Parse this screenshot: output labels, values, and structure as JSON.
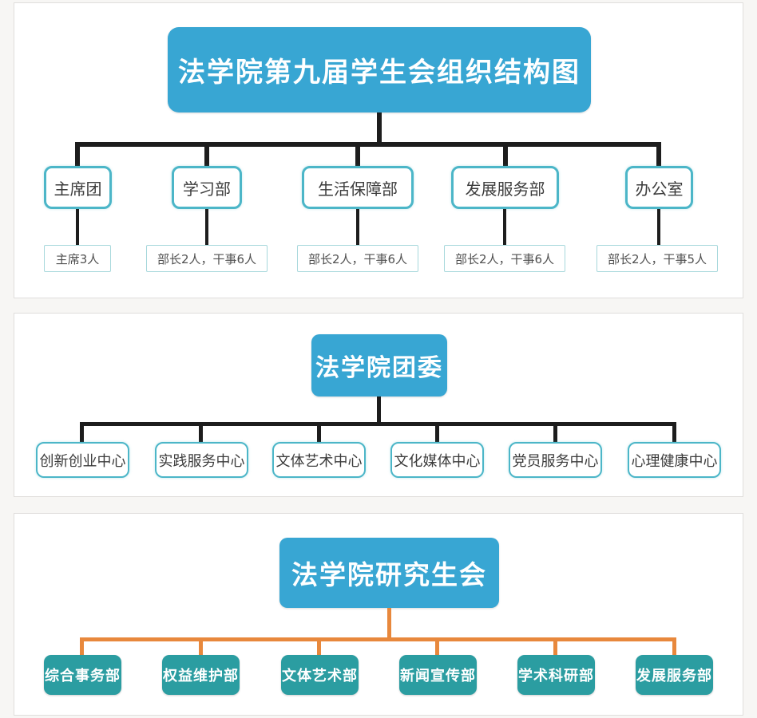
{
  "colors": {
    "title_blue": "#38a6d3",
    "node_border_teal": "#4cb6c8",
    "detail_border": "#a7d8dc",
    "leaf_teal": "#2b9da1",
    "connector_black": "#1d1d1d",
    "connector_orange": "#e8883c",
    "panel_border": "#e0dedc",
    "page_bg": "#f7f6f4"
  },
  "charts": [
    {
      "title": "法学院第九届学生会组织结构图",
      "connector_color": "#1d1d1d",
      "nodes": [
        {
          "label": "主席团",
          "detail": "主席3人"
        },
        {
          "label": "学习部",
          "detail": "部长2人，干事6人"
        },
        {
          "label": "生活保障部",
          "detail": "部长2人，干事6人"
        },
        {
          "label": "发展服务部",
          "detail": "部长2人，干事6人"
        },
        {
          "label": "办公室",
          "detail": "部长2人，干事5人"
        }
      ]
    },
    {
      "title": "法学院团委",
      "connector_color": "#1d1d1d",
      "nodes": [
        {
          "label": "创新创业中心"
        },
        {
          "label": "实践服务中心"
        },
        {
          "label": "文体艺术中心"
        },
        {
          "label": "文化媒体中心"
        },
        {
          "label": "党员服务中心"
        },
        {
          "label": "心理健康中心"
        }
      ]
    },
    {
      "title": "法学院研究生会",
      "connector_color": "#e8883c",
      "nodes": [
        {
          "label": "综合事务部"
        },
        {
          "label": "权益维护部"
        },
        {
          "label": "文体艺术部"
        },
        {
          "label": "新闻宣传部"
        },
        {
          "label": "学术科研部"
        },
        {
          "label": "发展服务部"
        }
      ]
    }
  ]
}
